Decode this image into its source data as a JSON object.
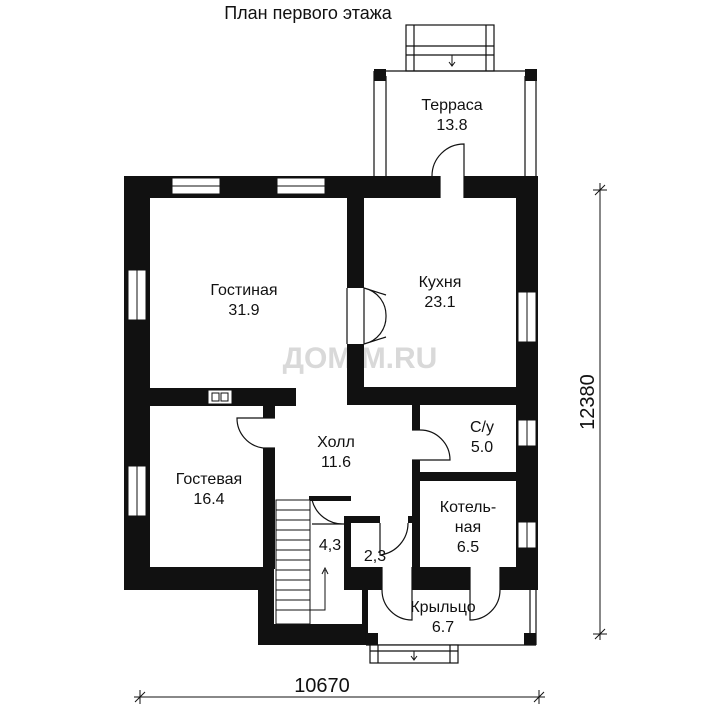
{
  "title": "План первого этажа",
  "watermark": "ДОМ  М.RU",
  "rooms": {
    "terrace": {
      "name": "Терраса",
      "area": "13.8"
    },
    "living": {
      "name": "Гостиная",
      "area": "31.9"
    },
    "kitchen": {
      "name": "Кухня",
      "area": "23.1"
    },
    "bathroom": {
      "name": "С/у",
      "area": "5.0"
    },
    "hall": {
      "name": "Холл",
      "area": "11.6"
    },
    "guest": {
      "name": "Гостевая",
      "area": "16.4"
    },
    "boiler": {
      "name_line1": "Котель-",
      "name_line2": "ная",
      "area": "6.5"
    },
    "closet1": {
      "area": "4,3"
    },
    "closet2": {
      "area": "2,3"
    },
    "porch": {
      "name": "Крыльцо",
      "area": "6.7"
    }
  },
  "dimensions": {
    "width": "10670",
    "height": "12380"
  }
}
